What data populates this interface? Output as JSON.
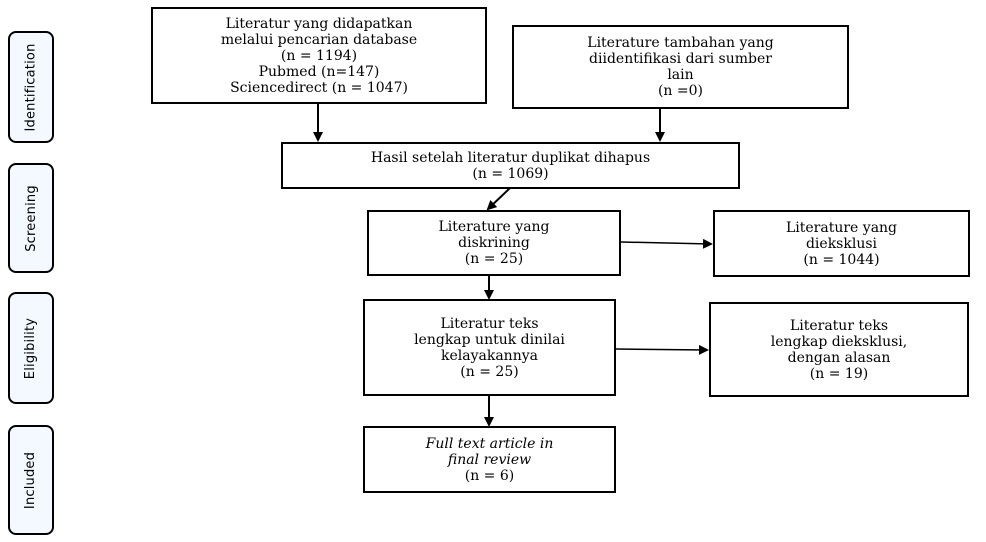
{
  "stages": {
    "identification": "Identification",
    "screening": "Screening",
    "eligibility": "Eligibility",
    "included": "Included"
  },
  "boxes": {
    "database_search": {
      "lines": [
        "Literatur yang didapatkan",
        "melalui pencarian database",
        "(n = 1194)",
        "Pubmed (n=147)",
        "Sciencedirect (n = 1047)"
      ]
    },
    "other_sources": {
      "lines": [
        "Literature tambahan yang",
        "diidentifikasi dari sumber",
        "lain",
        "(n =0)"
      ]
    },
    "duplicates_removed": {
      "lines": [
        "Hasil setelah literatur duplikat dihapus",
        "(n = 1069)"
      ]
    },
    "screened": {
      "lines": [
        "Literature yang",
        "diskrining",
        "(n = 25)"
      ]
    },
    "excluded": {
      "lines": [
        "Literature yang",
        "dieksklusi",
        "(n = 1044)"
      ]
    },
    "full_text": {
      "lines": [
        "Literatur teks",
        "lengkap untuk dinilai",
        "kelayakannya",
        "(n = 25)"
      ]
    },
    "full_text_excluded": {
      "lines": [
        "Literatur teks",
        "lengkap dieksklusi,",
        "dengan alasan",
        "(n =  19)"
      ]
    },
    "included": {
      "lines": [
        "Full text article in",
        "final review",
        "(n = 6)"
      ]
    }
  },
  "colors": {
    "stage_fill": "#f4f8ff",
    "line": "#000000"
  }
}
